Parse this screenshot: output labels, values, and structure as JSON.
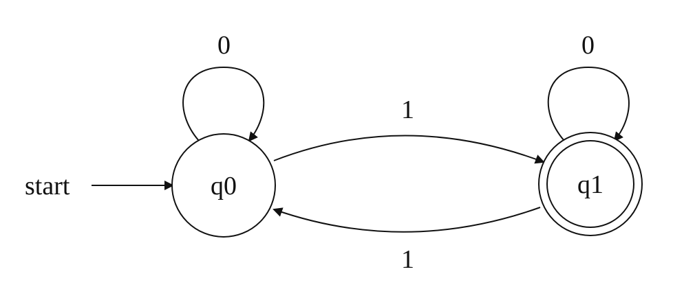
{
  "start_label": "start",
  "states": [
    {
      "id": "q0",
      "label": "q0",
      "accepting": false,
      "initial": true
    },
    {
      "id": "q1",
      "label": "q1",
      "accepting": true,
      "initial": false
    }
  ],
  "transitions": [
    {
      "from": "q0",
      "to": "q0",
      "label": "0"
    },
    {
      "from": "q0",
      "to": "q1",
      "label": "1"
    },
    {
      "from": "q1",
      "to": "q1",
      "label": "0"
    },
    {
      "from": "q1",
      "to": "q0",
      "label": "1"
    }
  ]
}
